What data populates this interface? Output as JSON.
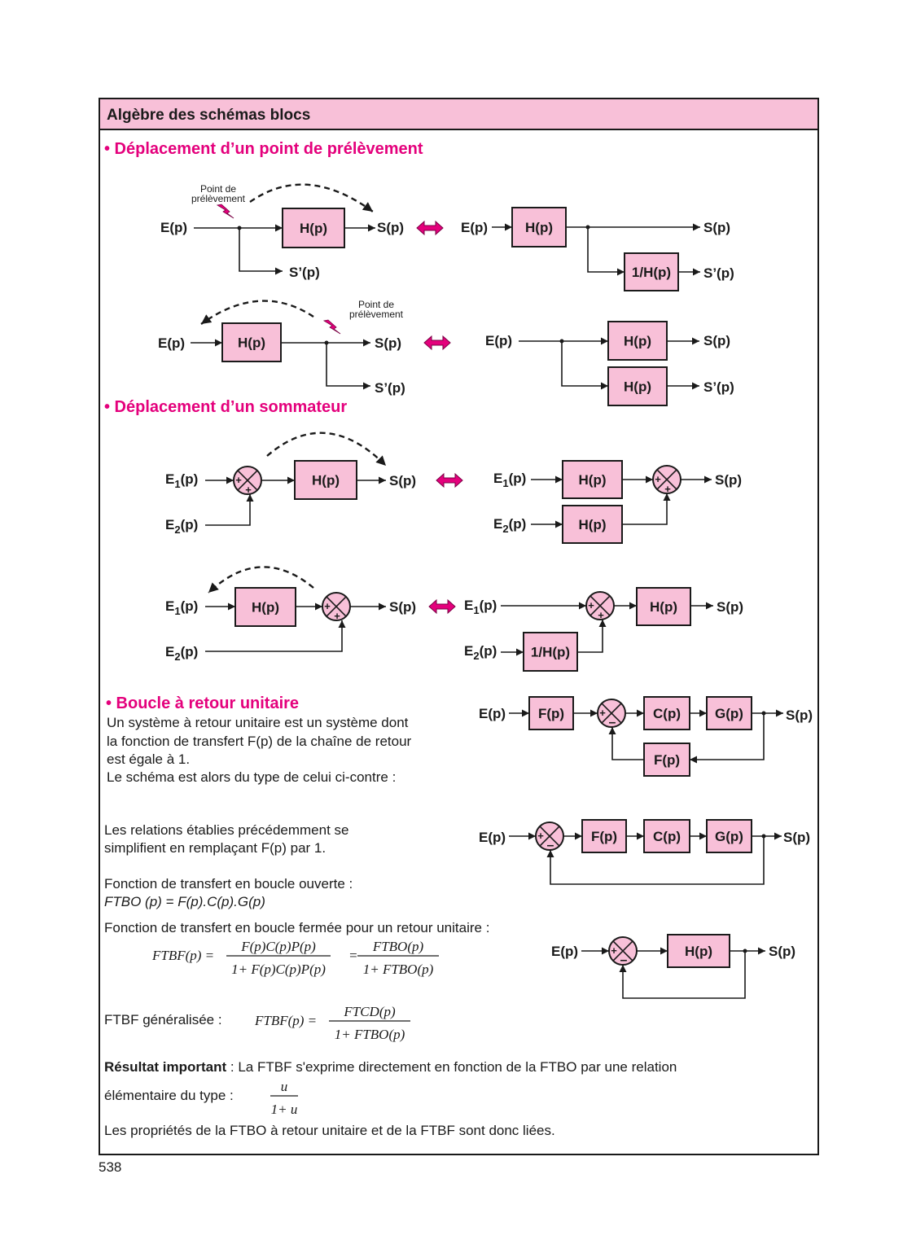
{
  "header": {
    "title": "Algèbre des schémas blocs"
  },
  "sections": {
    "pickoff": "• Déplacement d’un point de prélèvement",
    "summer": "• Déplacement d’un sommateur",
    "unity": "• Boucle à retour unitaire"
  },
  "labels": {
    "point_de": "Point de",
    "prelevement": "prélèvement",
    "E": "E(p)",
    "E1": "E",
    "E2": "E",
    "E_sub1": "1",
    "E_sub2": "2",
    "E_suffix": "(p)",
    "S": "S(p)",
    "S_prime": "S’(p)",
    "H": "H(p)",
    "inv_H": "1/H(p)",
    "F": "F(p)",
    "C": "C(p)",
    "G": "G(p)",
    "plus": "+",
    "minus": "–"
  },
  "unity_text": {
    "line1": "Un système à retour unitaire est un système dont",
    "line2": "la fonction de transfert F(p) de la chaîne de retour",
    "line3": "est égale à 1.",
    "line4": "Le schéma est alors du type de celui ci-contre :",
    "relations1": "Les relations établies précédemment se",
    "relations2": "simplifient en remplaçant F(p) par 1.",
    "ftbo_title": "Fonction de transfert en boucle ouverte :",
    "ftbo_formula": "FTBO (p) = F(p).C(p).G(p)",
    "ftbf_title": "Fonction de transfert en boucle fermée pour un retour unitaire :",
    "ftbf_gen_label": "FTBF généralisée :",
    "result_bold": "Résultat important",
    "result_text": " : La FTBF s'exprime directement en fonction de la FTBO par une relation",
    "result_line2": "élémentaire du type :",
    "conclusion": "Les propriétés de la FTBO à retour unitaire et de la FTBF sont donc liées."
  },
  "formulas": {
    "ftbf_lhs": "FTBF(p) =",
    "ftbf_num1": "F(p)C(p)P(p)",
    "ftbf_den1": "1+ F(p)C(p)P(p)",
    "ftbf_eq": "=",
    "ftbf_num2": "FTBO(p)",
    "ftbf_den2": "1+ FTBO(p)",
    "gen_lhs": "FTBF(p) =",
    "gen_num": "FTCD(p)",
    "gen_den": "1+ FTBO(p)",
    "u_num": "u",
    "u_den": "1+ u"
  },
  "page_number": "538",
  "colors": {
    "pink_fill": "#f8c0d8",
    "magenta": "#e4007c",
    "line": "#1a1a1a"
  }
}
